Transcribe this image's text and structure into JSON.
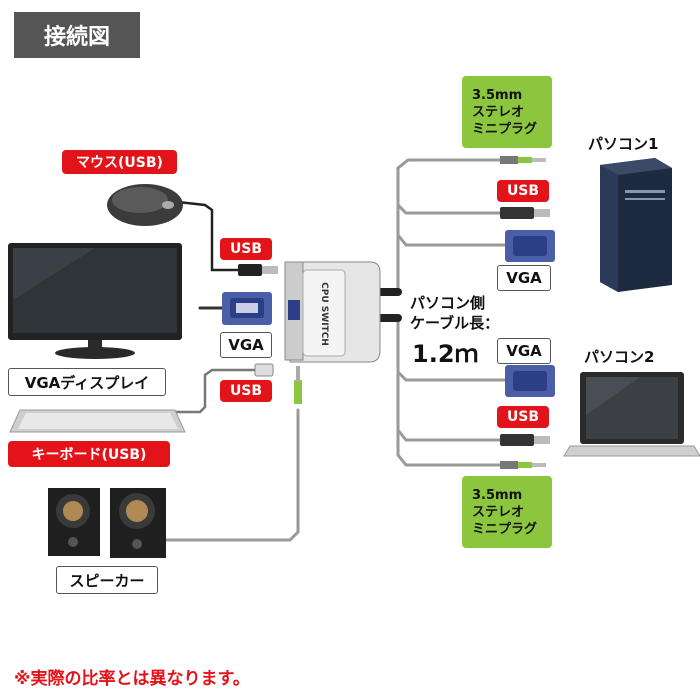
{
  "title": "接続図",
  "note": "※実際の比率とは異なります。",
  "switch_label": "CPU SWITCH",
  "labels": {
    "mouse": "マウス(USB)",
    "usb_mouse_cable": "USB",
    "vga_monitor_cable": "VGA",
    "monitor": "VGAディスプレイ",
    "usb_keyboard_cable": "USB",
    "keyboard": "キーボード(USB)",
    "speaker": "スピーカー",
    "pc1": "パソコン1",
    "pc2": "パソコン2",
    "pc1_usb": "USB",
    "pc1_vga": "VGA",
    "pc2_vga": "VGA",
    "pc2_usb": "USB",
    "cable_length_line1": "パソコン側",
    "cable_length_line2": "ケーブル長：",
    "cable_length_value": "1.2ｍ"
  },
  "audio_plug_top": [
    "3.5mm",
    "ステレオ",
    "ミニプラグ"
  ],
  "audio_plug_bottom": [
    "3.5mm",
    "ステレオ",
    "ミニプラグ"
  ],
  "colors": {
    "red_label": "#e3131a",
    "green_label": "#8cc63f",
    "title_bg": "#555555"
  }
}
